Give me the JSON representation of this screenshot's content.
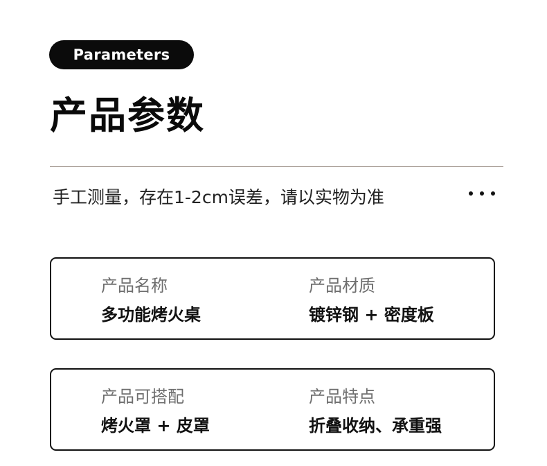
{
  "badge": "Parameters",
  "title": "产品参数",
  "note": "手工测量，存在1-2cm误差，请以实物为准",
  "cards": [
    {
      "left": {
        "label": "产品名称",
        "value": "多功能烤火桌"
      },
      "right": {
        "label": "产品材质",
        "value": "镀锌钢 + 密度板"
      }
    },
    {
      "left": {
        "label": "产品可搭配",
        "value": "烤火罩 + 皮罩"
      },
      "right": {
        "label": "产品特点",
        "value": "折叠收纳、承重强"
      }
    }
  ],
  "colors": {
    "badge_bg": "#0b0b0b",
    "divider": "#8a7b72",
    "label": "#6e6e6e"
  }
}
